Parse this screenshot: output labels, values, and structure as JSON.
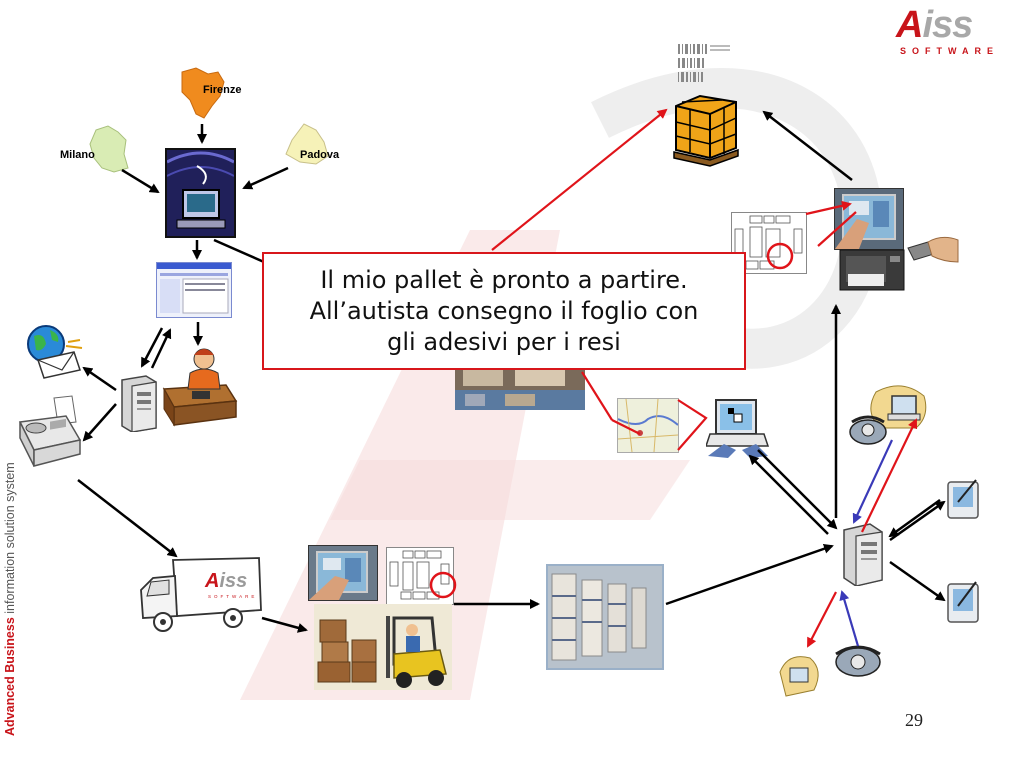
{
  "logo": {
    "mark": "A",
    "rest": "iss",
    "tagline": "SOFTWARE"
  },
  "side_text": {
    "part1": "Advanced Business",
    "part2": " information solution system"
  },
  "callout": {
    "text": "Il mio pallet è pronto a partire.\nAll’autista consegno il foglio con\ngli adesivi per i resi"
  },
  "regions": {
    "firenze": "Firenze",
    "milano": "Milano",
    "padova": "Padova"
  },
  "truck": {
    "logo_mark": "A",
    "logo_rest": "iss",
    "logo_sub": "SOFTWARE"
  },
  "page_number": "29",
  "colors": {
    "brand_red": "#c8141a",
    "arrow_black": "#000000",
    "arrow_red": "#e0141a",
    "arrow_blue": "#3a3ab8"
  }
}
